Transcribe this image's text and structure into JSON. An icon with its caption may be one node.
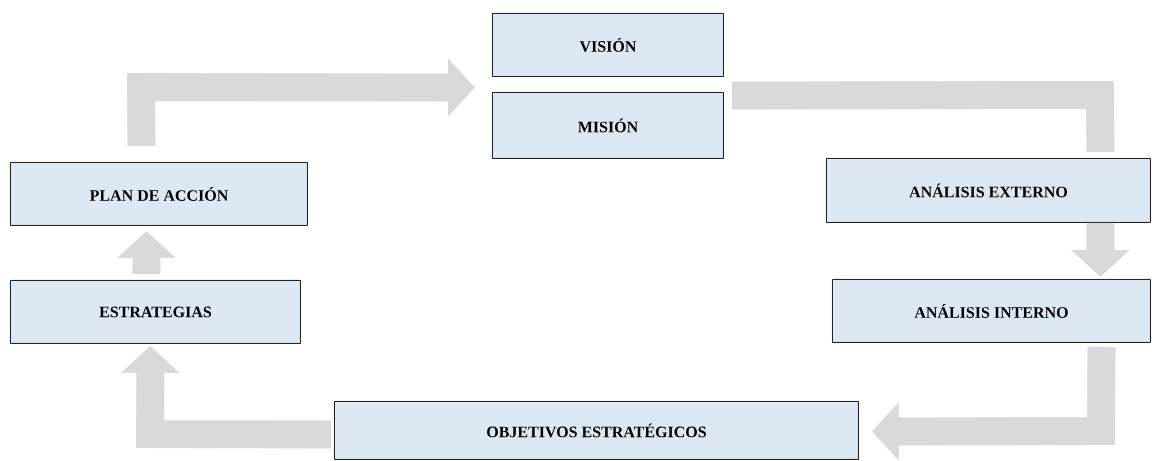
{
  "diagram": {
    "nodes": [
      {
        "text": [
          "VISIÓN"
        ]
      },
      {
        "text": [
          "MISIÓN"
        ]
      },
      {
        "text": [
          "ANÁLISIS EXTERNO"
        ]
      },
      {
        "text": [
          "ANÁLISIS INTERNO"
        ]
      },
      {
        "text": [
          "OBJETIVOS ESTRATÉGICOS"
        ]
      },
      {
        "text": [
          "ESTRATEGIAS"
        ]
      },
      {
        "text": [
          "PLAN DE ACCIÓN"
        ]
      }
    ],
    "edges": [
      {
        "from": 6,
        "to": 1,
        "arrow": "to"
      },
      {
        "from": 1,
        "to": 2,
        "arrow": "none"
      },
      {
        "from": 2,
        "to": 3,
        "arrow": "to"
      },
      {
        "from": 3,
        "to": 4,
        "arrow": "to"
      },
      {
        "from": 4,
        "to": 5,
        "arrow": "to"
      },
      {
        "from": 5,
        "to": 6,
        "arrow": "to"
      }
    ]
  }
}
